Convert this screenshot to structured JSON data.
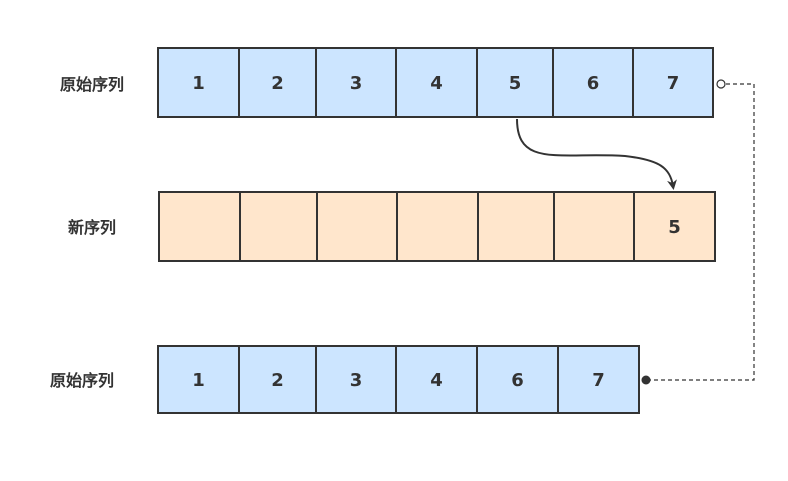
{
  "rows": [
    {
      "label": "原始序列",
      "cells": [
        "1",
        "2",
        "3",
        "4",
        "5",
        "6",
        "7"
      ]
    },
    {
      "label": "新序列",
      "cells": [
        "",
        "",
        "",
        "",
        "",
        "",
        "5"
      ]
    },
    {
      "label": "原始序列",
      "cells": [
        "1",
        "2",
        "3",
        "4",
        "6",
        "7"
      ]
    }
  ],
  "colors": {
    "original_fill": "#cce5ff",
    "new_fill": "#ffe6cc",
    "stroke": "#333333",
    "text": "#333333"
  }
}
